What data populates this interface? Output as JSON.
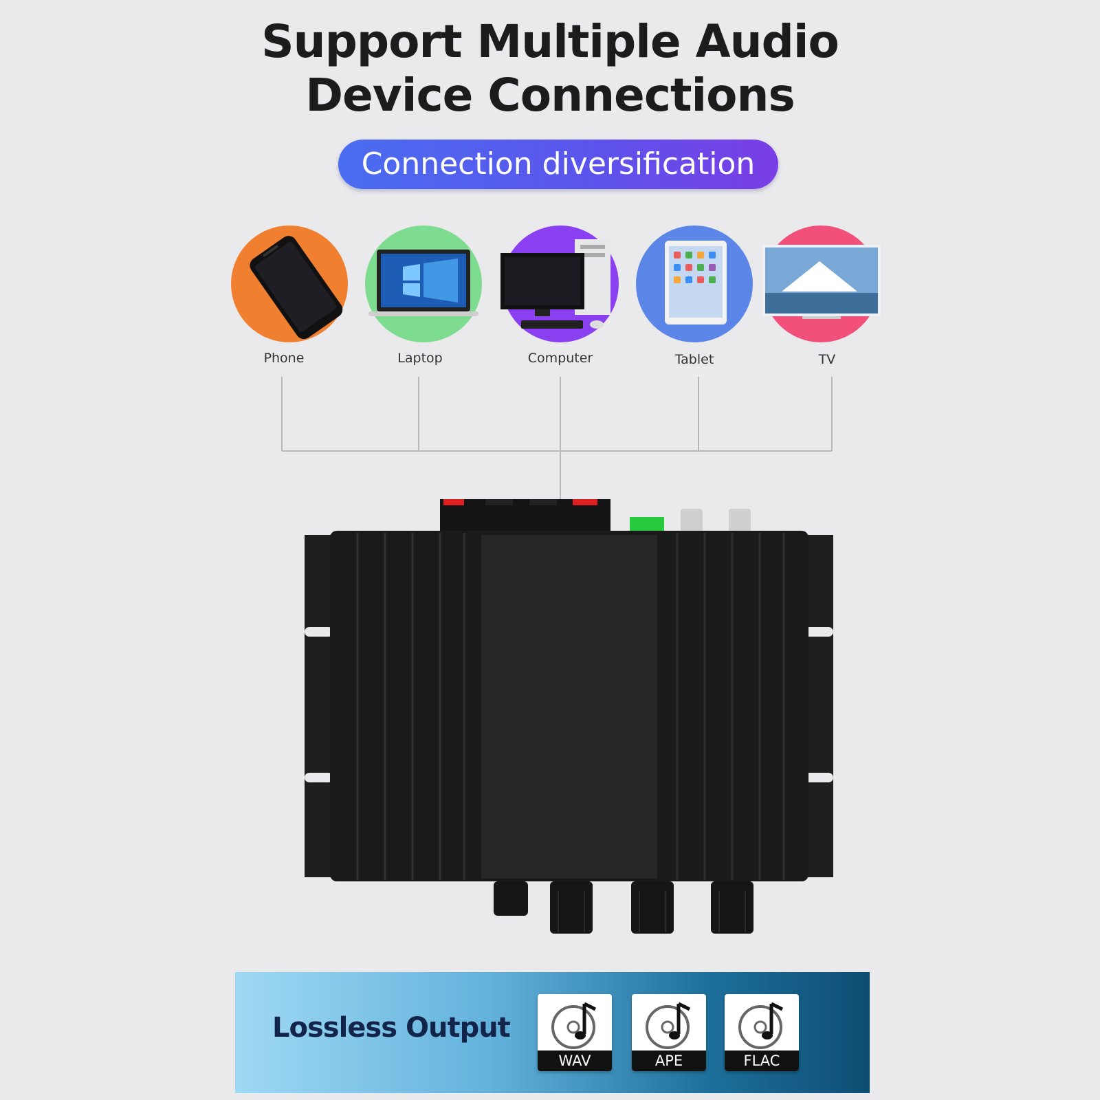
{
  "headline": {
    "line1": "Support Multiple Audio",
    "line2": "Device Connections"
  },
  "badge": "Connection diversification",
  "devices": [
    {
      "label": "Phone",
      "icon": "phone-icon",
      "color": "#f07f30"
    },
    {
      "label": "Laptop",
      "icon": "laptop-icon",
      "color": "#7ddc8f"
    },
    {
      "label": "Computer",
      "icon": "computer-icon",
      "color": "#8a3ff0"
    },
    {
      "label": "Tablet",
      "icon": "tablet-icon",
      "color": "#5b86e8"
    },
    {
      "label": "TV",
      "icon": "tv-icon",
      "color": "#f0507a"
    }
  ],
  "banner": {
    "title": "Lossless Output",
    "formats": [
      {
        "label": "WAV",
        "icon": "music-disc-icon"
      },
      {
        "label": "APE",
        "icon": "music-disc-icon"
      },
      {
        "label": "FLAC",
        "icon": "music-disc-icon"
      }
    ]
  }
}
